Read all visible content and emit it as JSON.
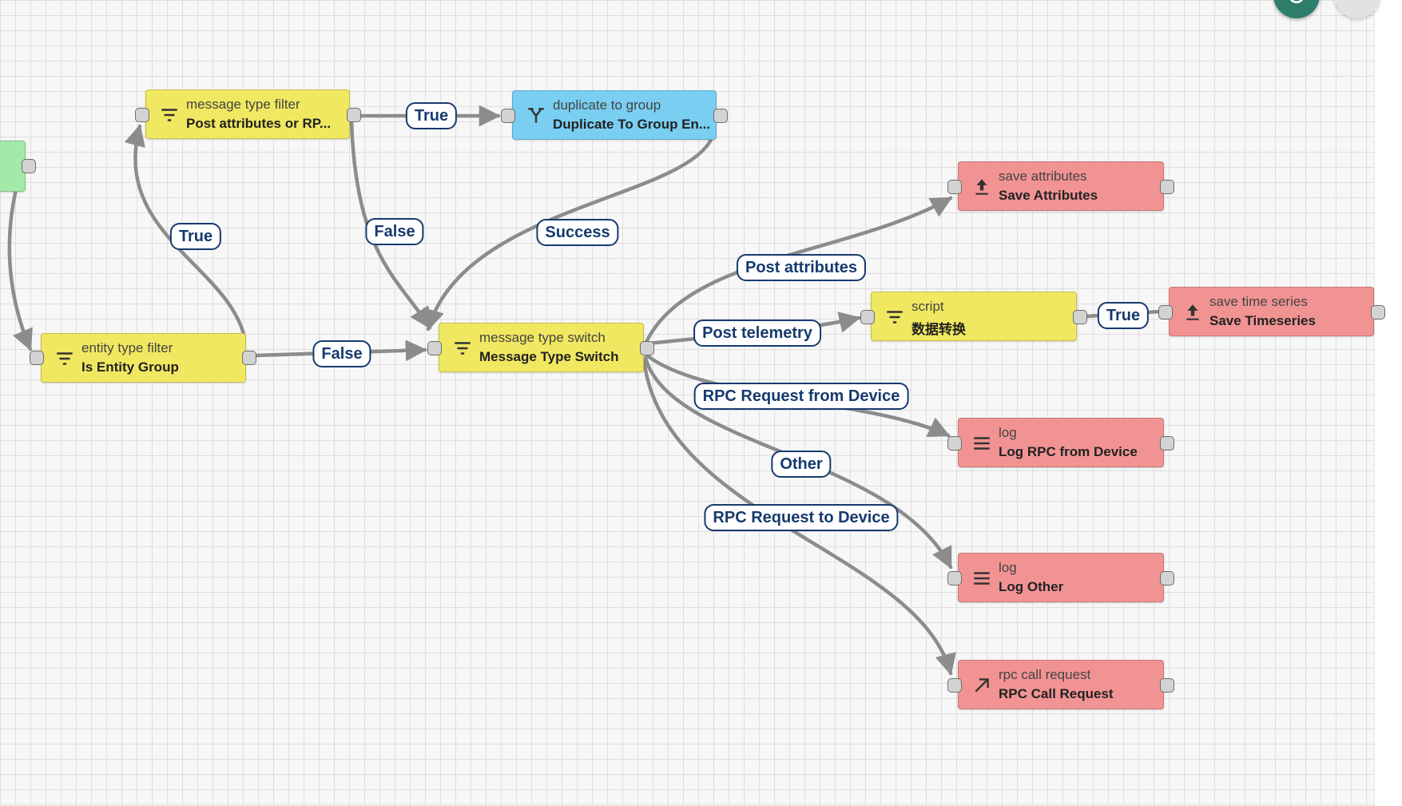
{
  "colors": {
    "filter_node": "#f1e861",
    "action_node": "#f29393",
    "transform_node": "#79cef1",
    "input_node": "#a3eaa9",
    "link": "#8c8c8c",
    "label_border": "#163a6d"
  },
  "nodes": {
    "mtf": {
      "type": "message type filter",
      "name": "Post attributes or RP...",
      "icon": "filter-icon"
    },
    "dup": {
      "type": "duplicate to group",
      "name": "Duplicate To Group En...",
      "icon": "call-split-icon"
    },
    "etf": {
      "type": "entity type filter",
      "name": "Is Entity Group",
      "icon": "filter-icon"
    },
    "mts": {
      "type": "message type switch",
      "name": "Message Type Switch",
      "icon": "filter-icon"
    },
    "sa": {
      "type": "save attributes",
      "name": "Save Attributes",
      "icon": "upload-icon"
    },
    "scr": {
      "type": "script",
      "name": "数据转换",
      "icon": "filter-icon"
    },
    "sts": {
      "type": "save time series",
      "name": "Save Timeseries",
      "icon": "upload-icon"
    },
    "lrpc": {
      "type": "log",
      "name": "Log RPC from Device",
      "icon": "menu-lines-icon"
    },
    "lother": {
      "type": "log",
      "name": "Log Other",
      "icon": "menu-lines-icon"
    },
    "rpc": {
      "type": "rpc call request",
      "name": "RPC Call Request",
      "icon": "arrow-up-right-icon"
    }
  },
  "links": {
    "mtf_dup": "True",
    "etf_mtf": "True",
    "mtf_mts": "False",
    "dup_mts": "Success",
    "etf_mts": "False",
    "post_attributes": "Post attributes",
    "post_telemetry": "Post telemetry",
    "script_true": "True",
    "rpc_from_device": "RPC Request from Device",
    "other": "Other",
    "rpc_to_device": "RPC Request to Device"
  },
  "toolbar": {
    "refresh_icon": "refresh-icon",
    "fullscreen_icon": "fullscreen-icon"
  }
}
